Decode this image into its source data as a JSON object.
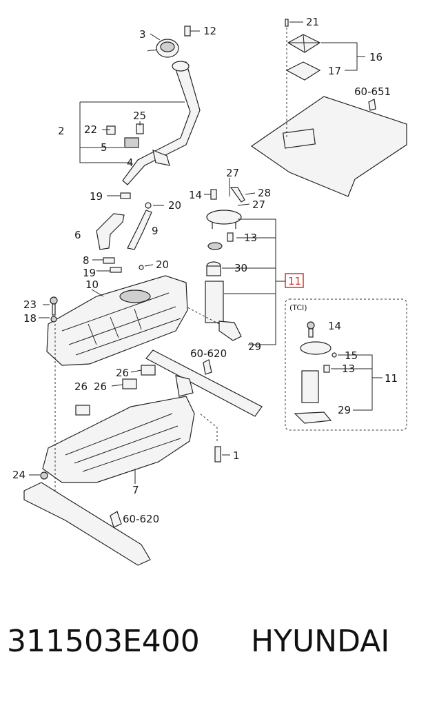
{
  "labels": {
    "l1": "1",
    "l2": "2",
    "l3": "3",
    "l4": "4",
    "l5": "5",
    "l6": "6",
    "l7": "7",
    "l8": "8",
    "l9": "9",
    "l10": "10",
    "l11_main": "11",
    "l11_tci": "11",
    "l12": "12",
    "l13a": "13",
    "l13b": "13",
    "l14a": "14",
    "l14b": "14",
    "l15": "15",
    "l16": "16",
    "l17": "17",
    "l18": "18",
    "l19a": "19",
    "l19b": "19",
    "l20a": "20",
    "l20b": "20",
    "l21": "21",
    "l22": "22",
    "l23": "23",
    "l24": "24",
    "l25": "25",
    "l26a": "26",
    "l26b": "26",
    "l26c": "26",
    "l27a": "27",
    "l27b": "27",
    "l28": "28",
    "l29a": "29",
    "l29b": "29",
    "l30": "30",
    "ref651": "60-651",
    "ref620a": "60-620",
    "ref620b": "60-620",
    "tci": "(TCI)"
  },
  "caption": {
    "part_number": "311503E400",
    "brand": "HYUNDAI"
  },
  "colors": {
    "highlight": "#d0342c"
  }
}
